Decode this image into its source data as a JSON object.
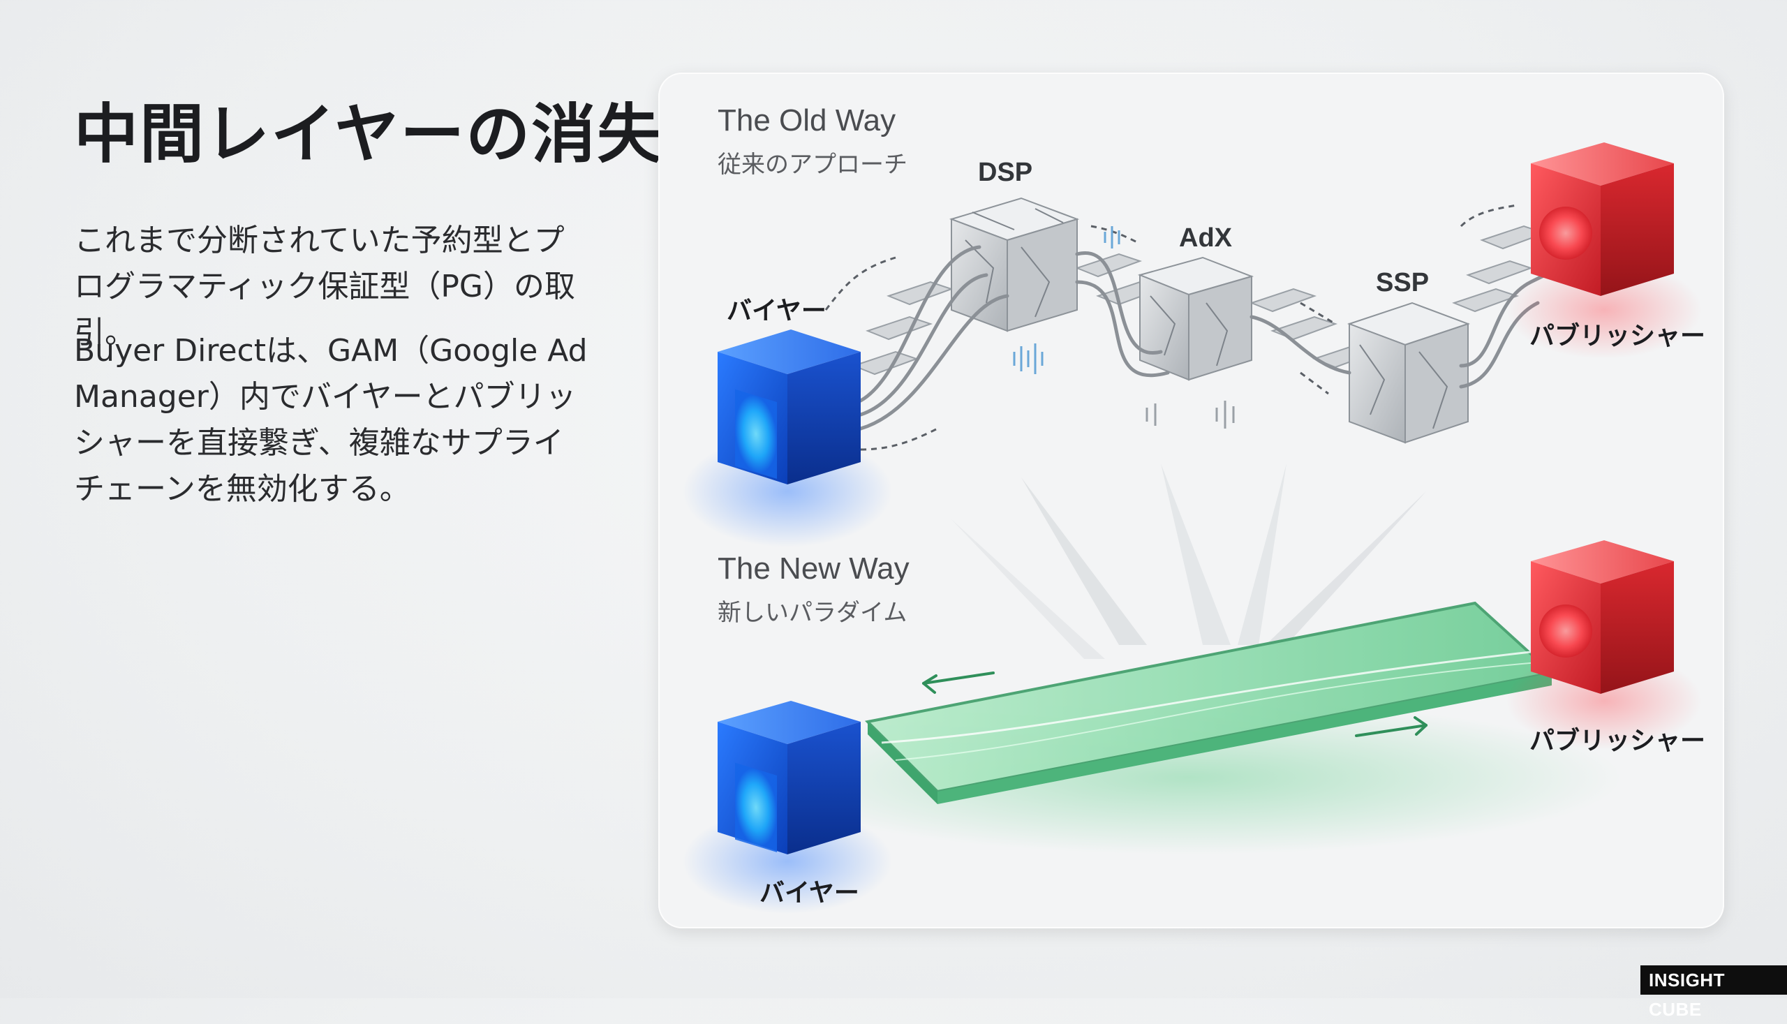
{
  "title": "中間レイヤーの消失",
  "body": {
    "paragraph1": "これまで分断されていた予約型とプログラマティック保証型（PG）の取引。",
    "paragraph2": "Buyer Directは、GAM（Google Ad Manager）内でバイヤーとパブリッシャーを直接繋ぎ、複雑なサプライチェーンを無効化する。"
  },
  "diagram": {
    "old_way": {
      "title": "The Old Way",
      "subtitle": "従来のアプローチ",
      "buyer_label": "バイヤー",
      "publisher_label": "パブリッシャー",
      "intermediaries": [
        "DSP",
        "AdX",
        "SSP"
      ]
    },
    "new_way": {
      "title": "The New Way",
      "subtitle": "新しいパラダイム",
      "buyer_label": "バイヤー",
      "publisher_label": "パブリッシャー"
    },
    "colors": {
      "buyer": "#1f5fe0",
      "publisher": "#e2343a",
      "direct_link": "#3fbf78",
      "middle_layer": "#b8bcc1"
    }
  },
  "footer": {
    "brand": "INSIGHT CUBE"
  }
}
